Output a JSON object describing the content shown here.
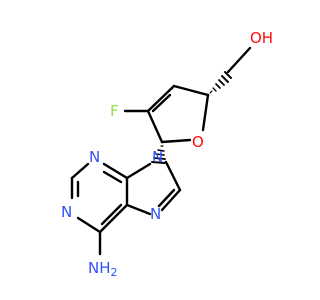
{
  "molecule": {
    "colors": {
      "carbon_bond": "#000000",
      "oxygen": "#ff0d0d",
      "nitrogen": "#3050f8",
      "fluorine": "#90e050"
    },
    "labels": {
      "hydroxyl": "OH",
      "fluorine": "F",
      "ring_oxygen": "O",
      "n_pyrimidine_top": "N",
      "n_pyrimidine_left": "N",
      "n9_glycosidic": "N",
      "n7_imidazole": "N",
      "amine": "NH",
      "amine_subscript": "2"
    }
  }
}
